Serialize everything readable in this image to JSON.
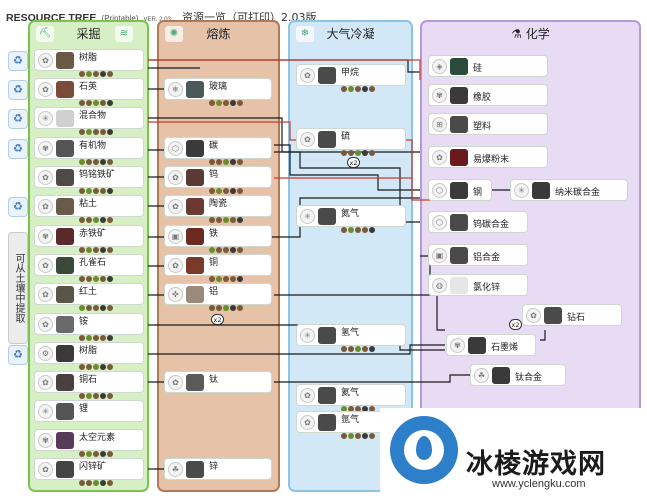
{
  "header": {
    "title": "RESOURCE TREE",
    "printable": "(Printable)",
    "version": "VER. 2.03",
    "cn_title": "资源一览（可打印）2.03版"
  },
  "columns": {
    "mine": {
      "label": "采掘",
      "icon": "pickaxe-icon",
      "color": "#7cc24f"
    },
    "smelt": {
      "label": "熔炼",
      "icon": "furnace-icon",
      "color": "#b07a55"
    },
    "atmo": {
      "label": "大气冷凝",
      "icon": "condenser-icon",
      "color": "#8cc3e6"
    },
    "chem": {
      "label": "化学",
      "icon": "flask-icon",
      "color": "#b59ad8"
    }
  },
  "side_label": "可从土壤中提取",
  "mine_items": [
    {
      "name": "树脂"
    },
    {
      "name": "石英"
    },
    {
      "name": "混合物"
    },
    {
      "name": "有机物"
    },
    {
      "name": "钨铭铁矿"
    },
    {
      "name": "粘土"
    },
    {
      "name": "赤铁矿"
    },
    {
      "name": "孔雀石"
    },
    {
      "name": "红土"
    },
    {
      "name": "铵"
    },
    {
      "name": "树脂"
    },
    {
      "name": "铜石"
    },
    {
      "name": "锂"
    },
    {
      "name": "太空元素"
    },
    {
      "name": "闪锌矿"
    }
  ],
  "smelt_items": [
    {
      "name": "玻璃"
    },
    {
      "name": "碳"
    },
    {
      "name": "钨"
    },
    {
      "name": "陶瓷"
    },
    {
      "name": "铁"
    },
    {
      "name": "铜"
    },
    {
      "name": "铝"
    },
    {
      "name": "钛"
    },
    {
      "name": "锌"
    }
  ],
  "atmo_items": [
    {
      "name": "甲烷"
    },
    {
      "name": "硫"
    },
    {
      "name": "氮气"
    },
    {
      "name": "氢气"
    },
    {
      "name": "氦气"
    },
    {
      "name": "氩气"
    }
  ],
  "chem_items": [
    {
      "name": "硅"
    },
    {
      "name": "橡胶"
    },
    {
      "name": "塑料"
    },
    {
      "name": "易爆粉末"
    },
    {
      "name": "钢"
    },
    {
      "name": "纳米碳合金"
    },
    {
      "name": "钨碳合金"
    },
    {
      "name": "铝合金"
    },
    {
      "name": "氯化锌"
    },
    {
      "name": "钻石"
    },
    {
      "name": "石墨烯"
    },
    {
      "name": "钛合金"
    }
  ],
  "multipliers": [
    "x2",
    "x2",
    "x2"
  ],
  "watermark": {
    "brand": "冰棱游戏网",
    "url": "www.yclengku.com"
  }
}
